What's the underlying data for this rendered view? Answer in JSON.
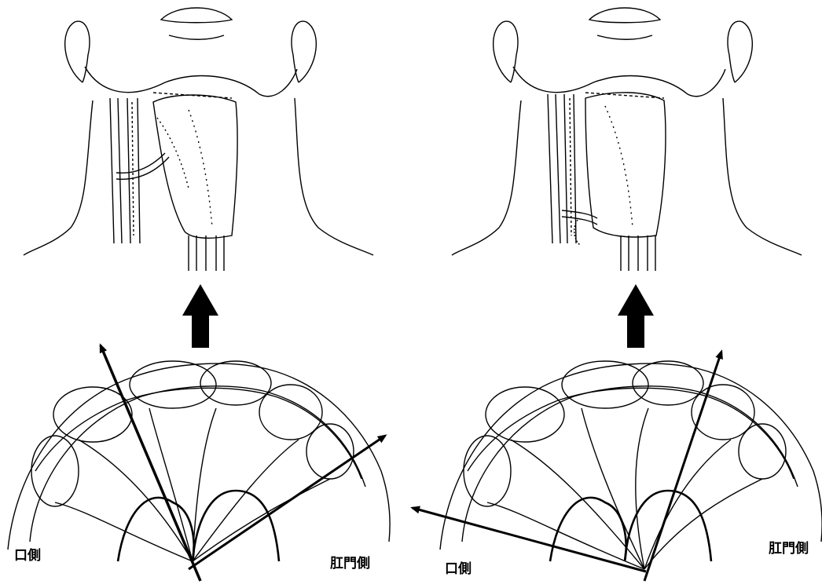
{
  "labels": {
    "left_oral": "口側",
    "left_anal": "肛門側",
    "right_oral": "口側",
    "right_anal": "肛門側"
  }
}
